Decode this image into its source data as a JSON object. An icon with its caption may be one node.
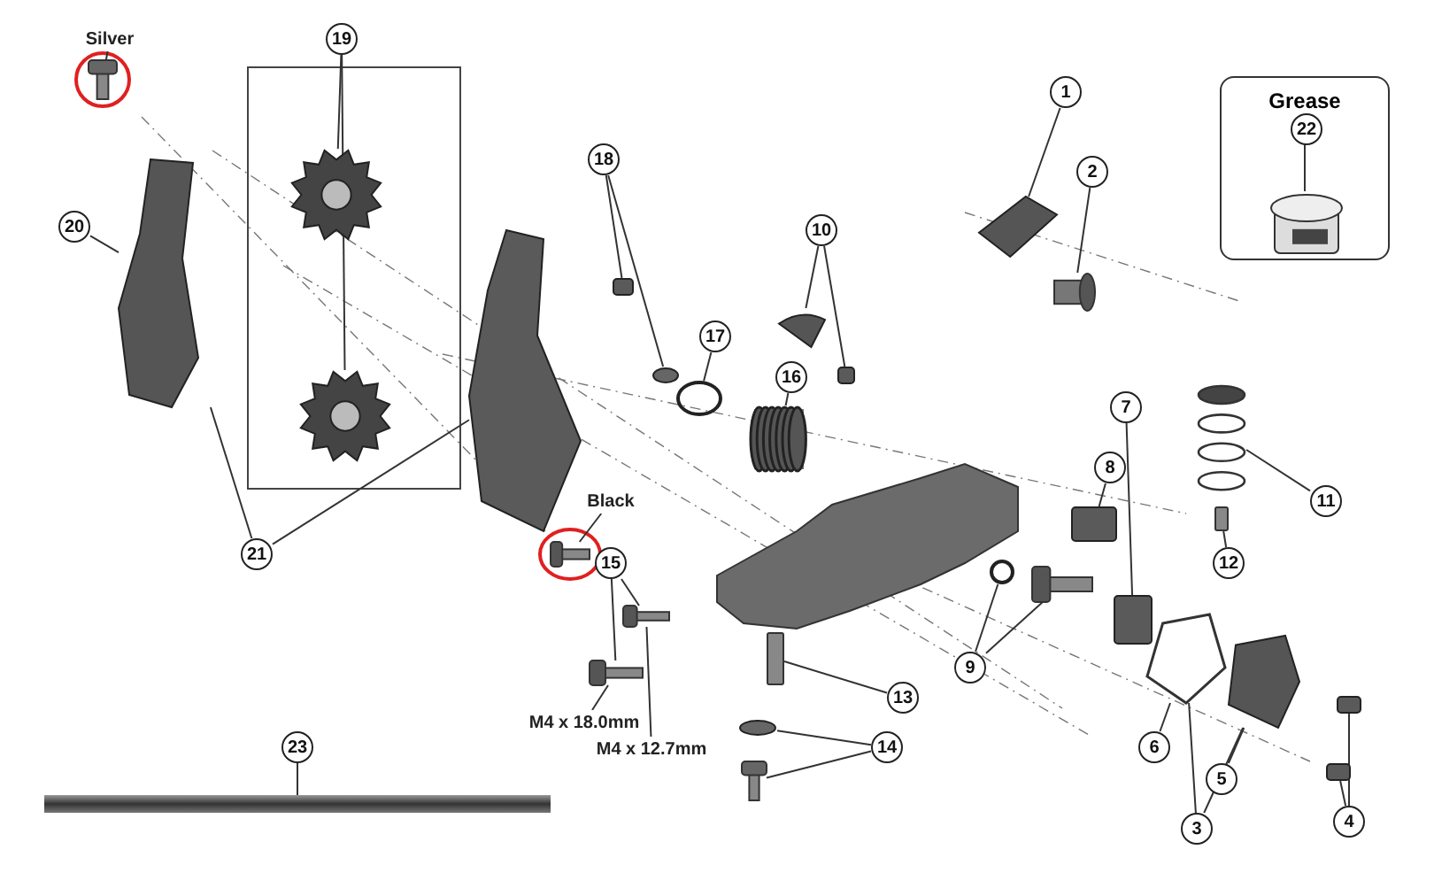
{
  "diagram": {
    "nodes": [
      {
        "text": [
          "Silver"
        ]
      },
      {
        "text": [],
        "shape": "picture"
      },
      {
        "text": [
          "19"
        ]
      },
      {
        "text": [
          "1"
        ]
      },
      {
        "text": [
          "Grease"
        ]
      },
      {
        "text": [
          "22"
        ],
        "in": 4
      },
      {
        "text": [],
        "shape": "picture",
        "in": 4
      },
      {
        "text": [
          "18"
        ]
      },
      {
        "text": [
          "2"
        ]
      },
      {
        "text": [],
        "shape": "picture"
      },
      {
        "text": [
          "10"
        ]
      },
      {
        "text": [
          "20"
        ]
      },
      {
        "text": [],
        "shape": "picture"
      },
      {
        "text": [],
        "shape": "picture"
      },
      {
        "text": [],
        "shape": "picture"
      },
      {
        "text": [],
        "shape": "box"
      },
      {
        "text": [],
        "shape": "cylinder"
      },
      {
        "text": [
          "17"
        ]
      },
      {
        "text": [],
        "shape": "picture"
      },
      {
        "text": [],
        "shape": "box"
      },
      {
        "text": [
          "16"
        ]
      },
      {
        "text": [],
        "shape": "circle"
      },
      {
        "text": [],
        "shape": "circle"
      },
      {
        "text": [],
        "shape": "picture"
      },
      {
        "text": [],
        "shape": "picture"
      },
      {
        "text": [],
        "shape": "picture"
      },
      {
        "text": [
          "7"
        ]
      },
      {
        "text": [
          "8"
        ]
      },
      {
        "text": [
          "11"
        ]
      },
      {
        "text": [],
        "shape": "box"
      },
      {
        "text": [],
        "shape": "picture"
      },
      {
        "text": [
          "Black"
        ]
      },
      {
        "text": [
          "21"
        ]
      },
      {
        "text": [
          "15"
        ]
      },
      {
        "text": [],
        "shape": "bar"
      },
      {
        "text": [
          "12"
        ]
      },
      {
        "text": [],
        "shape": "circle"
      },
      {
        "text": [],
        "shape": "picture"
      },
      {
        "text": [],
        "shape": "box"
      },
      {
        "text": [],
        "shape": "picture"
      },
      {
        "text": [],
        "shape": "picture"
      },
      {
        "text": [],
        "shape": "picture"
      },
      {
        "text": [],
        "shape": "bar"
      },
      {
        "text": [
          "9"
        ]
      },
      {
        "text": [],
        "shape": "picture"
      },
      {
        "text": [
          "13"
        ]
      },
      {
        "text": [
          "M4 x 18.0mm"
        ]
      },
      {
        "text": [],
        "shape": "box"
      },
      {
        "text": [],
        "shape": "circle"
      },
      {
        "text": [
          "14"
        ]
      },
      {
        "text": [
          "M4 x 12.7mm"
        ]
      },
      {
        "text": [
          "6"
        ]
      },
      {
        "text": [
          "23"
        ]
      },
      {
        "text": [],
        "shape": "picture"
      },
      {
        "text": [],
        "shape": "box"
      },
      {
        "text": [
          "5"
        ]
      },
      {
        "text": [],
        "shape": "picture"
      },
      {
        "text": [
          "4"
        ]
      },
      {
        "text": [
          "3"
        ]
      }
    ],
    "edges": [
      {
        "from": 0,
        "to": 1,
        "arrow": "none"
      },
      {
        "from": 2,
        "to": 13,
        "arrow": "none"
      },
      {
        "from": 2,
        "to": 25,
        "arrow": "none"
      },
      {
        "from": 3,
        "to": 9,
        "arrow": "none"
      },
      {
        "from": 8,
        "to": 16,
        "arrow": "none"
      },
      {
        "from": 5,
        "to": 6,
        "arrow": "none"
      },
      {
        "from": 7,
        "to": 15,
        "arrow": "none"
      },
      {
        "from": 7,
        "to": 21,
        "arrow": "none"
      },
      {
        "from": 10,
        "to": 18,
        "arrow": "none"
      },
      {
        "from": 10,
        "to": 19,
        "arrow": "none"
      },
      {
        "from": 11,
        "to": 12,
        "arrow": "none"
      },
      {
        "from": 17,
        "to": 22,
        "arrow": "none"
      },
      {
        "from": 20,
        "to": 23,
        "arrow": "none"
      },
      {
        "from": 26,
        "to": 38,
        "arrow": "none"
      },
      {
        "from": 27,
        "to": 29,
        "arrow": "none"
      },
      {
        "from": 28,
        "to": 24,
        "arrow": "none"
      },
      {
        "from": 31,
        "to": 30,
        "arrow": "none"
      },
      {
        "from": 32,
        "to": 12,
        "arrow": "none"
      },
      {
        "from": 32,
        "to": 14,
        "arrow": "none"
      },
      {
        "from": 33,
        "to": 39,
        "arrow": "none"
      },
      {
        "from": 33,
        "to": 44,
        "arrow": "none"
      },
      {
        "from": 35,
        "to": 34,
        "arrow": "none"
      },
      {
        "from": 43,
        "to": 36,
        "arrow": "none"
      },
      {
        "from": 43,
        "to": 37,
        "arrow": "none"
      },
      {
        "from": 45,
        "to": 42,
        "arrow": "none"
      },
      {
        "from": 46,
        "to": 44,
        "arrow": "none"
      },
      {
        "from": 49,
        "to": 48,
        "arrow": "none"
      },
      {
        "from": 49,
        "to": 53,
        "arrow": "none"
      },
      {
        "from": 50,
        "to": 39,
        "arrow": "none"
      },
      {
        "from": 51,
        "to": 40,
        "arrow": "none"
      },
      {
        "from": 52,
        "to": 56,
        "arrow": "none"
      },
      {
        "from": 55,
        "to": 41,
        "arrow": "none"
      },
      {
        "from": 57,
        "to": 47,
        "arrow": "none"
      },
      {
        "from": 57,
        "to": 54,
        "arrow": "none"
      },
      {
        "from": 58,
        "to": 40,
        "arrow": "none"
      },
      {
        "from": 58,
        "to": 41,
        "arrow": "none"
      }
    ]
  }
}
